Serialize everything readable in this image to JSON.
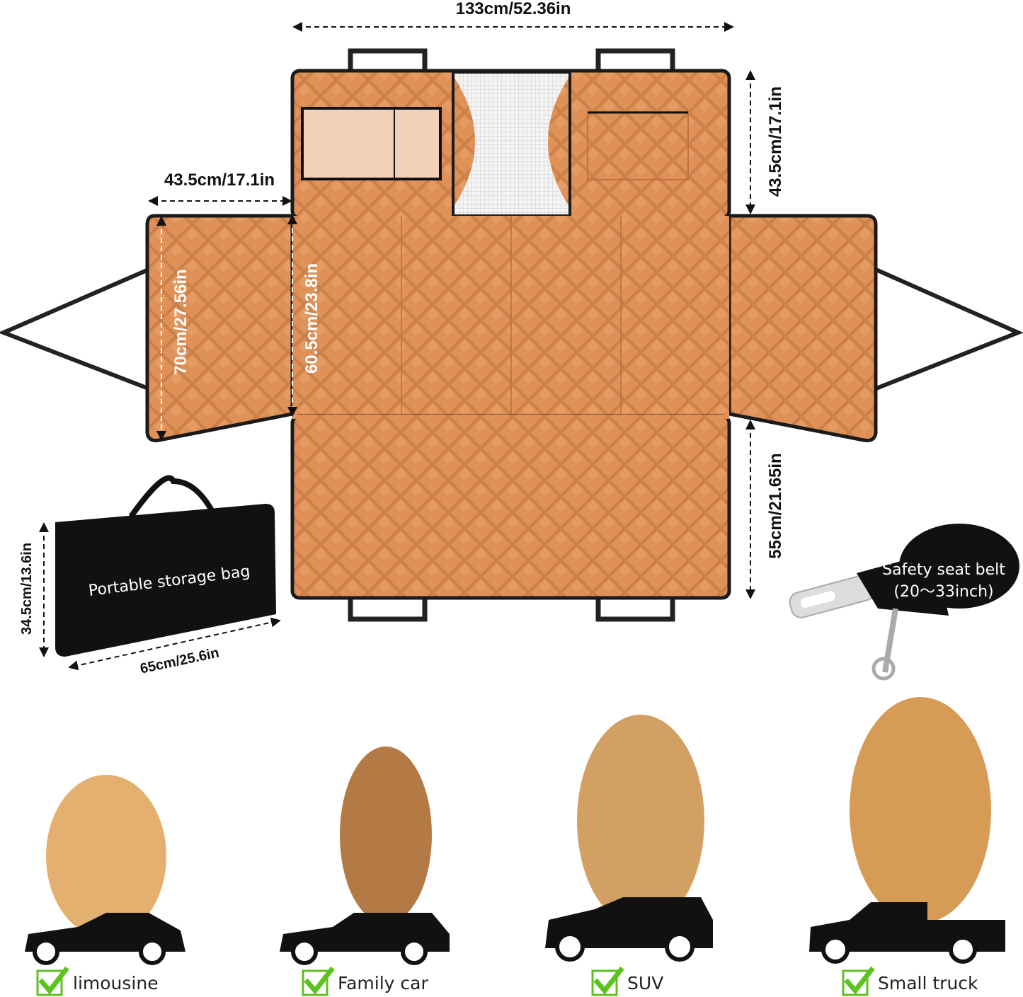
{
  "dimensions": {
    "total_width": "133cm/52.36in",
    "side_flap_width": "43.5cm/17.1in",
    "backrest_height": "43.5cm/17.1in",
    "side_flap_height": "70cm/27.56in",
    "seat_depth": "60.5cm/23.8in",
    "front_panel_height": "55cm/21.65in"
  },
  "storage_bag": {
    "label": "Portable storage bag",
    "height": "34.5cm/13.6in",
    "width": "65cm/25.6in"
  },
  "seat_belt": {
    "label": "Safety seat belt",
    "range": "(20～33inch)"
  },
  "vehicles": [
    {
      "label": "limousine",
      "icon": "check-icon"
    },
    {
      "label": "Family car",
      "icon": "check-icon"
    },
    {
      "label": "SUV",
      "icon": "check-icon"
    },
    {
      "label": "Small truck",
      "icon": "check-icon"
    }
  ],
  "colors": {
    "fabric": "#e0935a",
    "fabric_dark": "#c97a42",
    "edge": "#1a1a1a",
    "check": "#5cc21d"
  }
}
